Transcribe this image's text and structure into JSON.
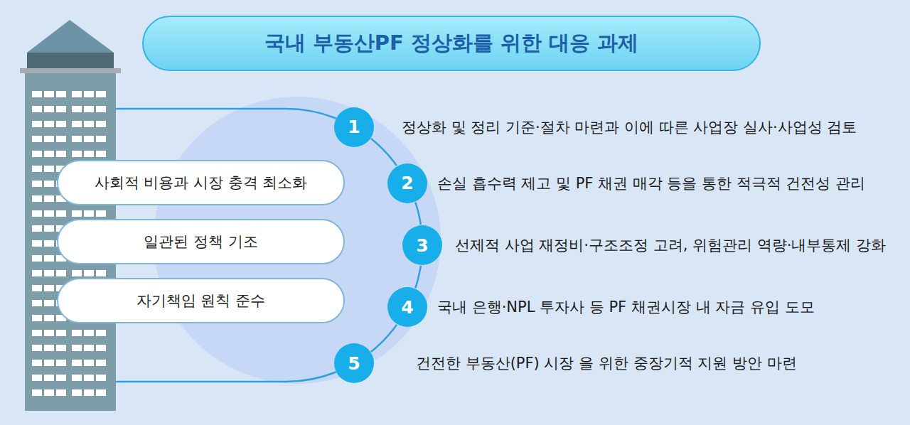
{
  "diagram": {
    "title": "국내 부동산PF 정상화를 위한 대응 과제",
    "nodes": [
      {
        "text": [
          "사회적 비용과 시장 충격 최소화"
        ]
      },
      {
        "text": [
          "일관된 정책 기조"
        ]
      },
      {
        "text": [
          "자기책임 원칙 준수"
        ]
      },
      {
        "text": [
          "1"
        ]
      },
      {
        "text": [
          "2"
        ]
      },
      {
        "text": [
          "3"
        ]
      },
      {
        "text": [
          "4"
        ]
      },
      {
        "text": [
          "5"
        ]
      }
    ],
    "edges": [
      {
        "from": 3,
        "to": 4,
        "arrow": "none"
      },
      {
        "from": 4,
        "to": 5,
        "arrow": "none"
      },
      {
        "from": 5,
        "to": 6,
        "arrow": "none"
      },
      {
        "from": 6,
        "to": 7,
        "arrow": "none"
      }
    ],
    "labels": [
      "정상화 및 정리 기준·절차 마련과 이에 따른 사업장 실사·사업성 검토",
      "손실 흡수력 제고 및 PF 채권 매각 등을 통한 적극적 건전성 관리",
      "선제적 사업 재정비·구조조정 고려, 위험관리 역량·내부통제 강화",
      "국내 은행·NPL 투자사 등 PF 채권시장 내 자금 유입 도모",
      "건전한 부동산(PF) 시장 을 위한 중장기적 지원 방안 마련"
    ]
  }
}
